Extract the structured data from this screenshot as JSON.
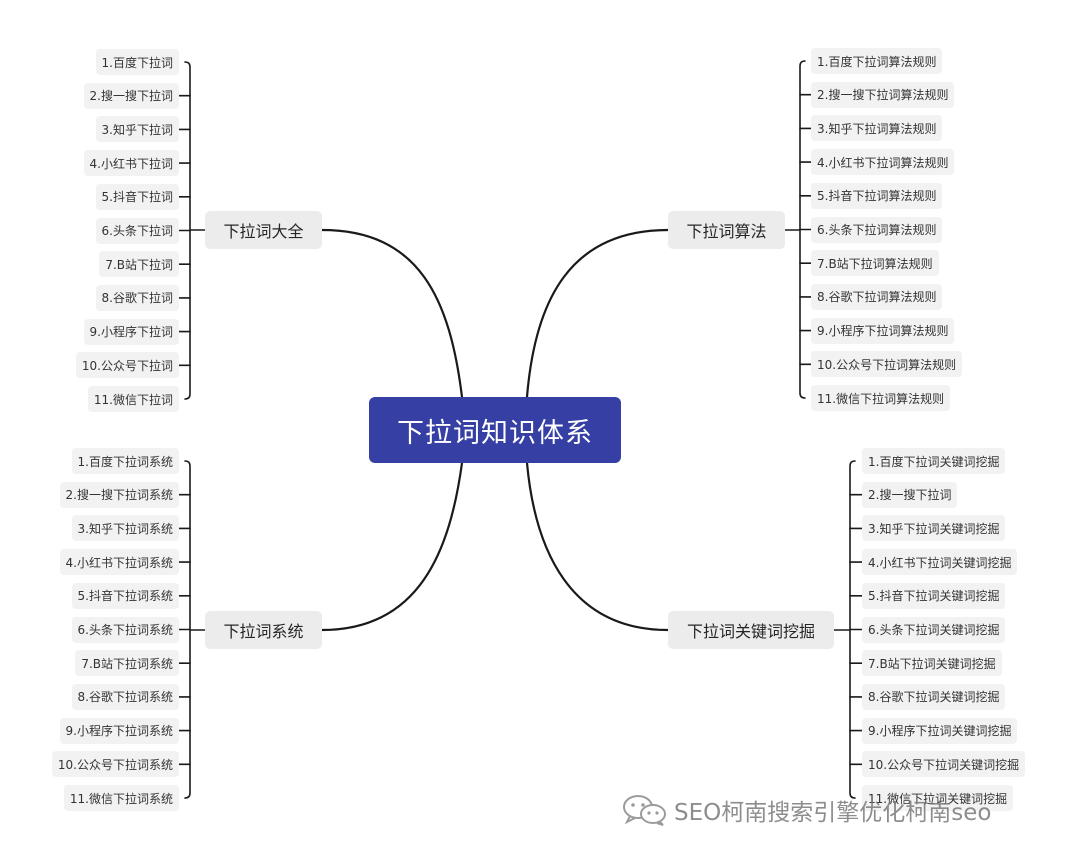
{
  "center": {
    "label": "下拉词知识体系"
  },
  "branches": [
    {
      "id": "tl",
      "label": "下拉词大全",
      "children": [
        "1.百度下拉词",
        "2.搜一搜下拉词",
        "3.知乎下拉词",
        "4.小红书下拉词",
        "5.抖音下拉词",
        "6.头条下拉词",
        "7.B站下拉词",
        "8.谷歌下拉词",
        "9.小程序下拉词",
        "10.公众号下拉词",
        "11.微信下拉词"
      ]
    },
    {
      "id": "tr",
      "label": "下拉词算法",
      "children": [
        "1.百度下拉词算法规则",
        "2.搜一搜下拉词算法规则",
        "3.知乎下拉词算法规则",
        "4.小红书下拉词算法规则",
        "5.抖音下拉词算法规则",
        "6.头条下拉词算法规则",
        "7.B站下拉词算法规则",
        "8.谷歌下拉词算法规则",
        "9.小程序下拉词算法规则",
        "10.公众号下拉词算法规则",
        "11.微信下拉词算法规则"
      ]
    },
    {
      "id": "bl",
      "label": "下拉词系统",
      "children": [
        "1.百度下拉词系统",
        "2.搜一搜下拉词系统",
        "3.知乎下拉词系统",
        "4.小红书下拉词系统",
        "5.抖音下拉词系统",
        "6.头条下拉词系统",
        "7.B站下拉词系统",
        "8.谷歌下拉词系统",
        "9.小程序下拉词系统",
        "10.公众号下拉词系统",
        "11.微信下拉词系统"
      ]
    },
    {
      "id": "br",
      "label": "下拉词关键词挖掘",
      "children": [
        "1.百度下拉词关键词挖掘",
        "2.搜一搜下拉词",
        "3.知乎下拉词关键词挖掘",
        "4.小红书下拉词关键词挖掘",
        "5.抖音下拉词关键词挖掘",
        "6.头条下拉词关键词挖掘",
        "7.B站下拉词关键词挖掘",
        "8.谷歌下拉词关键词挖掘",
        "9.小程序下拉词关键词挖掘",
        "10.公众号下拉词关键词挖掘",
        "11.微信下拉词关键词挖掘"
      ]
    }
  ],
  "watermark": {
    "text": "SEO柯南搜索引擎优化柯南seo",
    "icon": "wechat-icon"
  },
  "colors": {
    "center_bg": "#3640a4",
    "branch_bg": "#ececec",
    "leaf_bg": "#f2f2f2",
    "line": "#1a1a1a"
  }
}
